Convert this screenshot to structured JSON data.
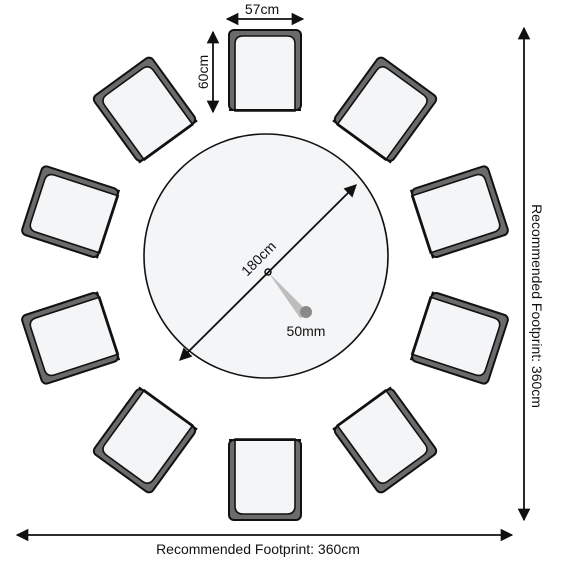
{
  "dimensions": {
    "chair_width": "57cm",
    "chair_depth": "60cm",
    "table_diameter": "180cm",
    "parasol_hole": "50mm",
    "footprint_width": "Recommended Footprint: 360cm",
    "footprint_depth": "Recommended Footprint: 360cm"
  },
  "seating": {
    "chair_count": 10
  },
  "colors": {
    "outline": "#111111",
    "chair_back": "#6b6b6b",
    "seat_fill": "#f4f5f7",
    "table_fill": "#f4f5f7",
    "parasol_hole": "#8a8a8a",
    "background": "#ffffff"
  }
}
